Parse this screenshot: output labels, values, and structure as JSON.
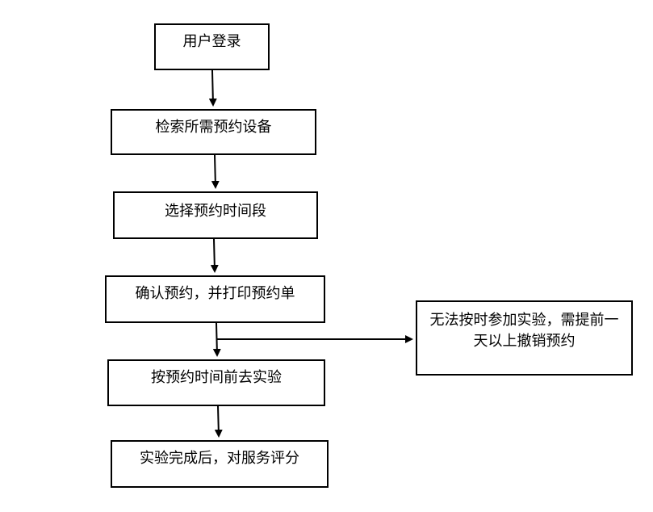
{
  "flowchart": {
    "steps": [
      {
        "id": "b1",
        "label": "用户登录"
      },
      {
        "id": "b2",
        "label": "检索所需预约设备"
      },
      {
        "id": "b3",
        "label": "选择预约时间段"
      },
      {
        "id": "b4",
        "label": "确认预约，并打印预约单"
      },
      {
        "id": "b6",
        "label": "按预约时间前去实验"
      },
      {
        "id": "b7",
        "label": "实验完成后，对服务评分"
      }
    ],
    "side_note": {
      "id": "b5",
      "label": "无法按时参加实验，需提前一天以上撤销预约"
    }
  },
  "colors": {
    "stroke": "#000000",
    "background": "#ffffff"
  }
}
